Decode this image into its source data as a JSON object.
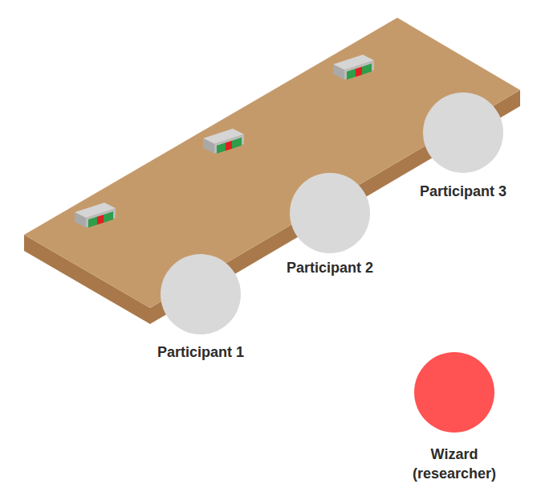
{
  "diagram": {
    "nodes": [
      {
        "text": [
          "Participant 1"
        ]
      },
      {
        "text": [
          "Participant 2"
        ]
      },
      {
        "text": [
          "Participant 3"
        ]
      },
      {
        "text": [
          "Wizard (researcher)"
        ]
      }
    ]
  }
}
